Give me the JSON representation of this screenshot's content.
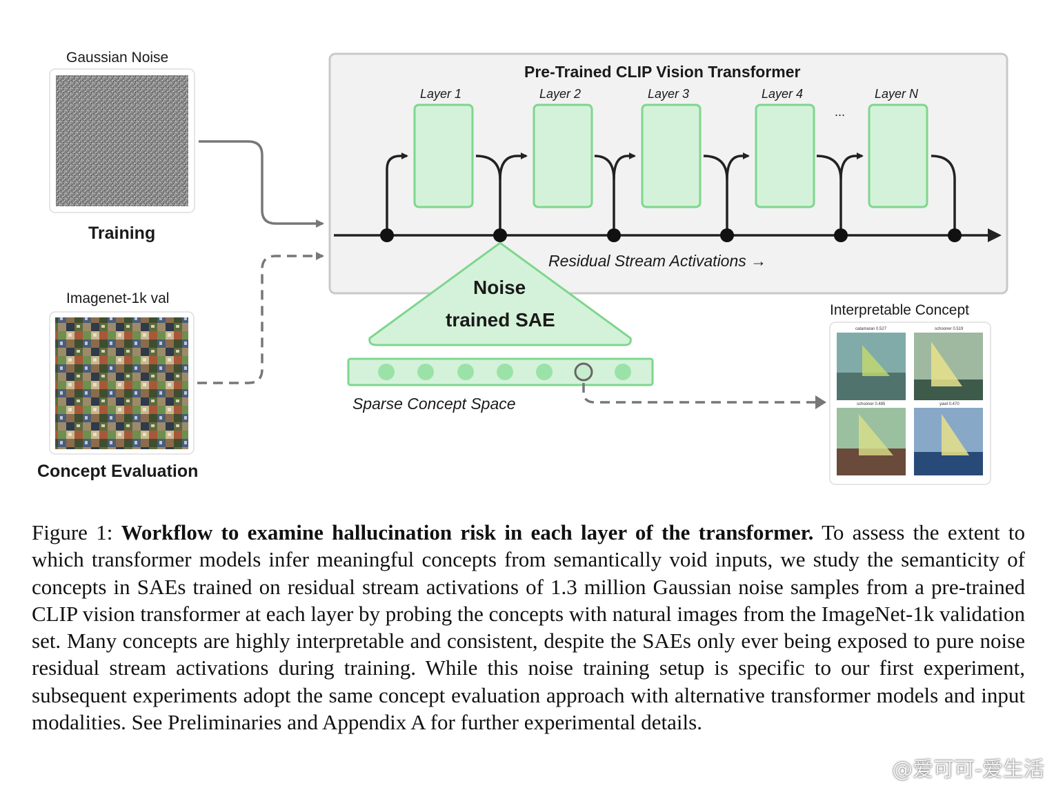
{
  "inputs": {
    "noise_title": "Gaussian Noise",
    "noise_caption": "Training",
    "imagenet_title": "Imagenet-1k val",
    "imagenet_caption": "Concept Evaluation"
  },
  "transformer": {
    "title": "Pre-Trained CLIP Vision Transformer",
    "layers": [
      "Layer 1",
      "Layer 2",
      "Layer 3",
      "Layer 4",
      "Layer N"
    ],
    "ellipsis": "...",
    "stream_label": "Residual Stream Activations →"
  },
  "sae": {
    "line1": "Noise",
    "line2": "trained SAE",
    "space_label": "Sparse Concept Space"
  },
  "concept": {
    "title": "Interpretable Concept",
    "tiles": [
      "catamaran 0.527",
      "schooner 0.519",
      "schooner 0.485",
      "yawl 0.470"
    ]
  },
  "caption": {
    "prefix": "Figure 1: ",
    "bold": "Workflow to examine hallucination risk in each layer of the transformer.",
    "body": " To assess the extent to which transformer models infer meaningful concepts from semantically void inputs, we study the semanticity of concepts in SAEs trained on residual stream activations of 1.3 million Gaussian noise samples from a pre-trained CLIP vision transformer at each layer by probing the concepts with natural images from the ImageNet-1k validation set. Many concepts are highly interpretable and consistent, despite the SAEs only ever being exposed to pure noise residual stream activations during training. While this noise training setup is specific to our first experiment, subsequent experiments adopt the same concept evaluation approach with alternative transformer models and input modalities. See Preliminaries and Appendix A for further experimental details."
  },
  "watermark": "@爱可可-爱生活",
  "colors": {
    "green_fill": "#d4f2d9",
    "green_stroke": "#7ed68d",
    "box_fill": "#f2f2f2",
    "box_stroke": "#c9c9c9",
    "arrow": "#222222",
    "gray_arrow": "#777777"
  }
}
